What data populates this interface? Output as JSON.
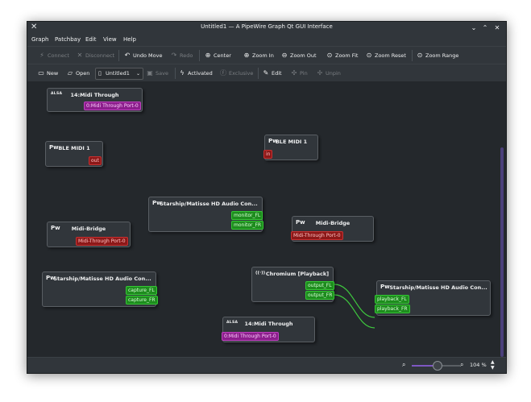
{
  "window": {
    "title": "Untitled1 — A PipeWire Graph Qt GUI Interface",
    "app_icon": "✕",
    "controls": [
      "⌄",
      "⌃",
      "✕"
    ]
  },
  "menu": [
    "Graph",
    "Patchbay",
    "Edit",
    "View",
    "Help"
  ],
  "toolbar1": {
    "connect": "Connect",
    "disconnect": "Disconnect",
    "undo_move": "Undo Move",
    "redo": "Redo",
    "center": "Center",
    "zoom_in": "Zoom In",
    "zoom_out": "Zoom Out",
    "zoom_fit": "Zoom Fit",
    "zoom_reset": "Zoom Reset",
    "zoom_range": "Zoom Range"
  },
  "toolbar2": {
    "new": "New",
    "open": "Open",
    "patchbay_select": "Untitled1",
    "save": "Save",
    "activated": "Activated",
    "exclusive": "Exclusive",
    "edit": "Edit",
    "pin": "Pin",
    "unpin": "Unpin"
  },
  "nodes": {
    "midi_through_top": {
      "title": "14:Midi Through",
      "icon": "ALSA",
      "port": "0:Midi Through Port-0"
    },
    "ble_midi_out": {
      "title": "BLE MIDI 1",
      "icon": "Pw",
      "port": "out"
    },
    "ble_midi_in": {
      "title": "BLE MIDI 1",
      "icon": "Pw",
      "port": "in"
    },
    "starship_monitor": {
      "title": "Starship/Matisse HD Audio Con...",
      "icon": "Pw",
      "ports": [
        "monitor_FL",
        "monitor_FR"
      ]
    },
    "midi_bridge_left": {
      "title": "Midi-Bridge",
      "icon": "Pw",
      "port": "Midi-Through Port-0"
    },
    "midi_bridge_right": {
      "title": "Midi-Bridge",
      "icon": "Pw",
      "port": "Midi-Through Port-0"
    },
    "starship_capture": {
      "title": "Starship/Matisse HD Audio Con...",
      "icon": "Pw",
      "ports": [
        "capture_FL",
        "capture_FR"
      ]
    },
    "chromium": {
      "title": "Chromium [Playback]",
      "icon": "((·))",
      "ports": [
        "output_FL",
        "output_FR"
      ]
    },
    "starship_playback": {
      "title": "Starship/Matisse HD Audio Con...",
      "icon": "Pw",
      "ports": [
        "playback_FL",
        "playback_FR"
      ]
    },
    "midi_through_bottom": {
      "title": "14:Midi Through",
      "icon": "ALSA",
      "port": "0:Midi Through Port-0"
    }
  },
  "status": {
    "zoom": "104 %",
    "zoom_level": 0.52
  },
  "colors": {
    "audio_port": "#1e8c1e",
    "midi_port": "#8c1e8c",
    "alsa_port": "#8c1818",
    "connection": "#3ec83e",
    "accent": "#7e57c2"
  }
}
